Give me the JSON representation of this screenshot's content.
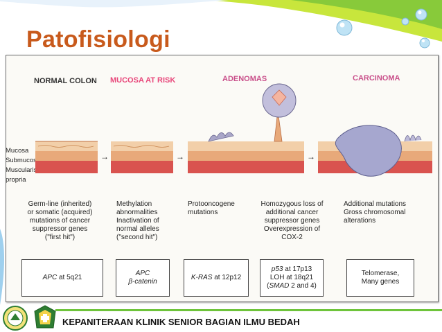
{
  "slide": {
    "title": "Patofisiologi",
    "colors": {
      "title": "#c85a1c",
      "accent_green": "#6ec43b",
      "accent_yellow": "#c8e63c",
      "accent_blue": "#4aa3d8"
    }
  },
  "figure": {
    "stages": [
      "NORMAL COLON",
      "MUCOSA AT RISK",
      "ADENOMAS",
      "CARCINOMA"
    ],
    "layers": [
      "Mucosa",
      "Submucosa",
      "Muscularis",
      "propria"
    ],
    "descriptions": [
      "Germ-line (inherited)\nor somatic (acquired)\nmutations of cancer\nsuppressor genes\n(\"first hit\")",
      "Methylation\nabnormalities\nInactivation of\nnormal alleles\n(\"second hit\")",
      "Protooncogene\nmutations",
      "Homozygous loss of\nadditional cancer\nsuppressor genes\nOverexpression of\nCOX-2",
      "Additional mutations\nGross chromosomal\nalterations"
    ],
    "genes": {
      "box1": {
        "gene": "APC",
        "rest": " at 5q21"
      },
      "box2": {
        "gene1": "APC",
        "gene2": "β-catenin"
      },
      "box3": {
        "gene": "K-RAS",
        "rest": " at 12p12"
      },
      "box4": {
        "line1_gene": "p53",
        "line1_rest": " at 17p13",
        "line2": "LOH at 18q21",
        "line3_pre": "(",
        "line3_gene": "SMAD",
        "line3_rest": " 2 and 4)"
      },
      "box5": {
        "line1": "Telomerase,",
        "line2": "Many genes"
      }
    }
  },
  "footer": {
    "text": "KEPANITERAAN KLINIK SENIOR BAGIAN ILMU BEDAH",
    "logo1": "university-seal",
    "logo2": "hospital-emblem"
  }
}
